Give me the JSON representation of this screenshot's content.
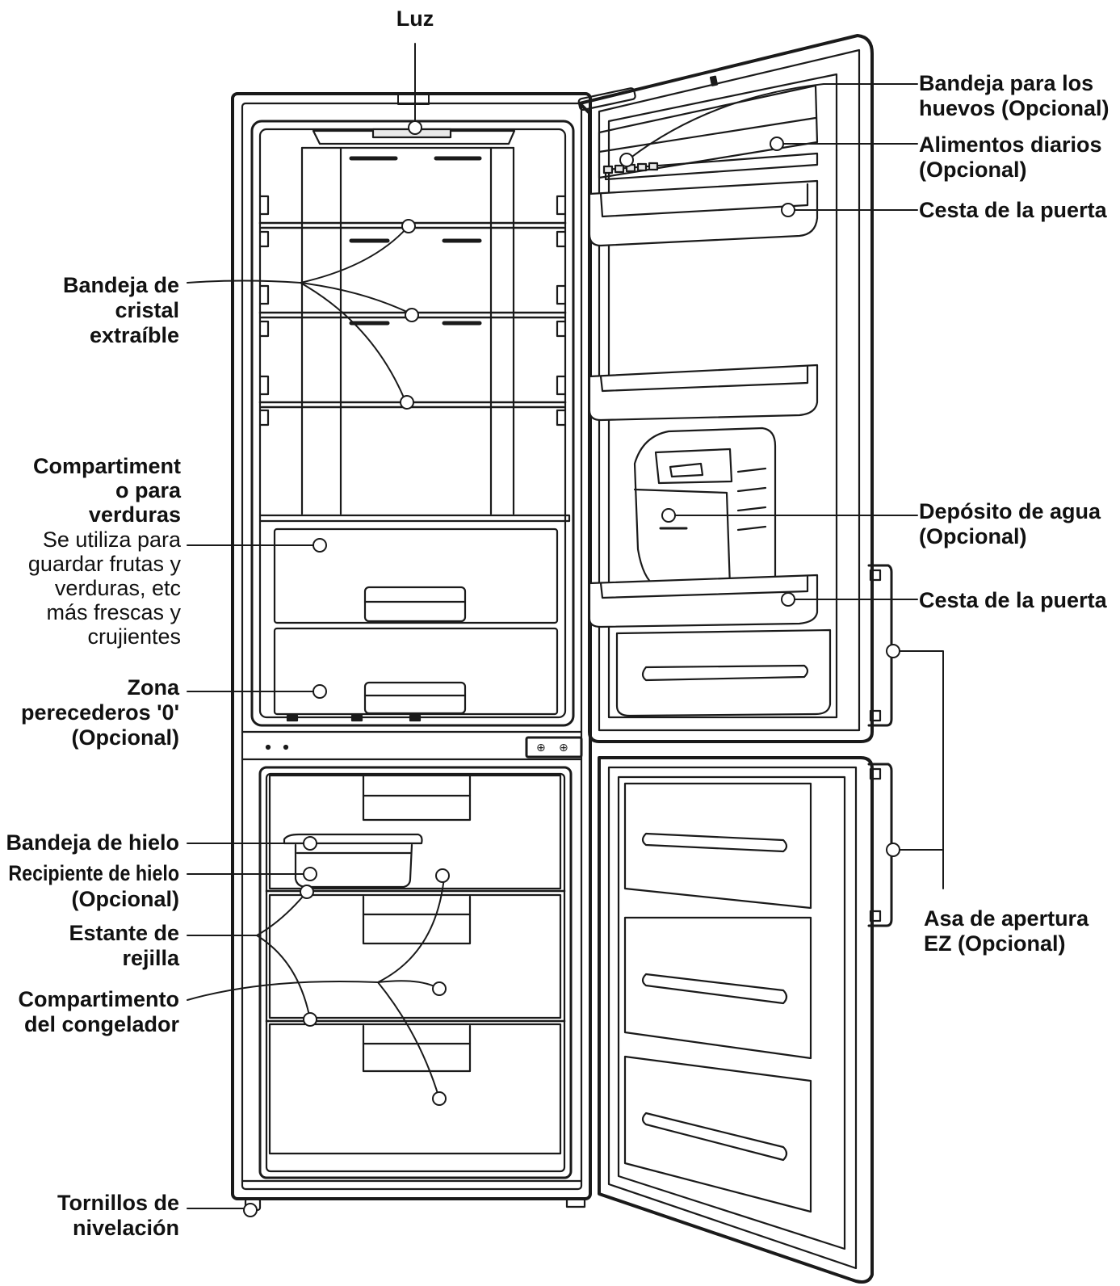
{
  "labels": {
    "luz": "Luz",
    "bandeja_huevos": "Bandeja para los\nhuevos (Opcional)",
    "alimentos_diarios": "Alimentos diarios\n(Opcional)",
    "cesta_puerta_1": "Cesta de la puerta",
    "bandeja_cristal": "Bandeja de\ncristal\nextraíble",
    "verduras_title": "Compartiment\no para\nverduras",
    "verduras_desc": "Se utiliza para\nguardar frutas y\nverduras, etc\nmás frescas y\ncrujientes",
    "deposito_agua": "Depósito de agua\n(Opcional)",
    "cesta_puerta_2": "Cesta de la puerta",
    "zona_perecederos": "Zona\nperecederos '0'\n(Opcional)",
    "bandeja_hielo": "Bandeja de hielo",
    "recipiente_hielo": "Recipiente de hielo",
    "recipiente_opcional": "(Opcional)",
    "estante_rejilla": "Estante de\nrejilla",
    "compartimento_congelador": "Compartimento\ndel congelador",
    "asa_apertura": "Asa de apertura\nEZ (Opcional)",
    "tornillos": "Tornillos de\nnivelación"
  },
  "colors": {
    "line": "#1a1a1a",
    "fill": "#ffffff",
    "shade": "#e9e9e9"
  }
}
